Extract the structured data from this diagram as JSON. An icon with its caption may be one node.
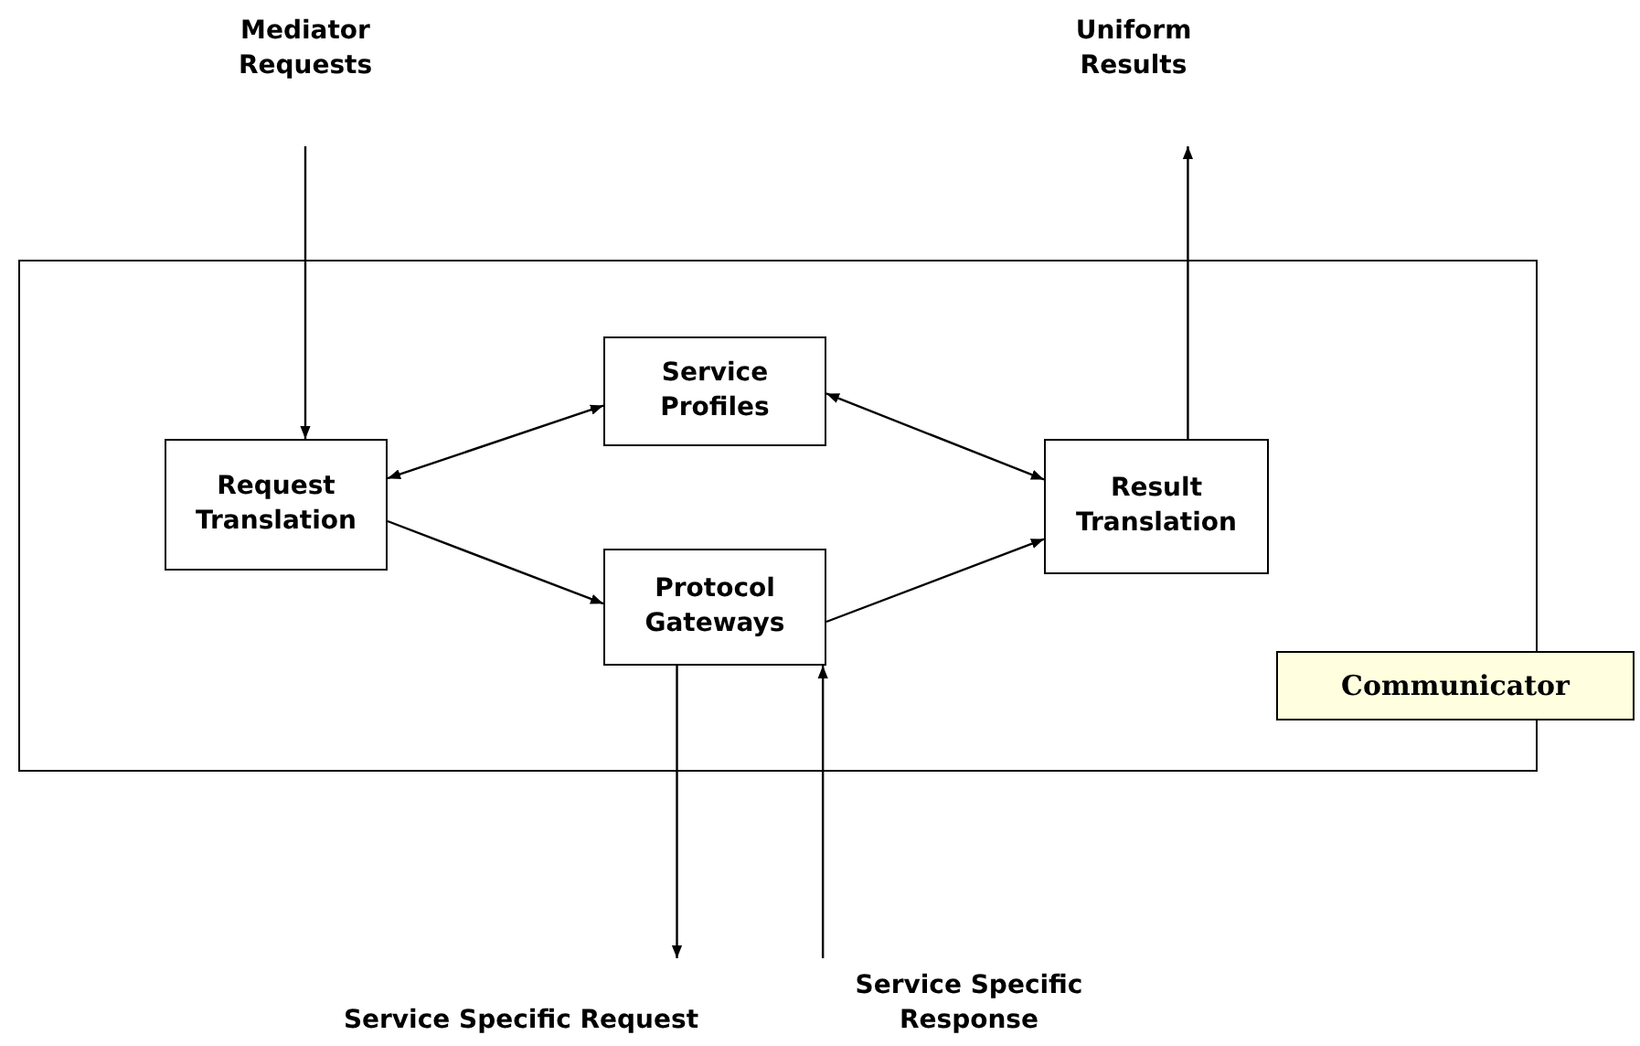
{
  "diagram": {
    "nodes": [
      {
        "text": [],
        "shape": "box"
      },
      {
        "text": [
          "Request Translation"
        ],
        "in": 0
      },
      {
        "text": [
          "Service Profiles"
        ],
        "in": 0
      },
      {
        "text": [
          "Protocol Gateways"
        ],
        "in": 0
      },
      {
        "text": [
          "Result Translation"
        ],
        "in": 0
      },
      {
        "text": [
          "Communicator"
        ]
      },
      {
        "text": [
          "Mediator Requests"
        ]
      },
      {
        "text": [
          "Uniform Results"
        ]
      },
      {
        "text": [
          "Service Specific Request"
        ]
      },
      {
        "text": [
          "Service Specific Response"
        ]
      }
    ],
    "edges": [
      {
        "from": 6,
        "to": 1,
        "arrow": "to"
      },
      {
        "from": 1,
        "to": 2,
        "arrow": "both"
      },
      {
        "from": 2,
        "to": 4,
        "arrow": "both"
      },
      {
        "from": 1,
        "to": 3,
        "arrow": "to"
      },
      {
        "from": 3,
        "to": 4,
        "arrow": "to"
      },
      {
        "from": 4,
        "to": 7,
        "arrow": "to"
      },
      {
        "from": 3,
        "to": 8,
        "arrow": "to"
      },
      {
        "from": 9,
        "to": 3,
        "arrow": "to"
      }
    ]
  }
}
